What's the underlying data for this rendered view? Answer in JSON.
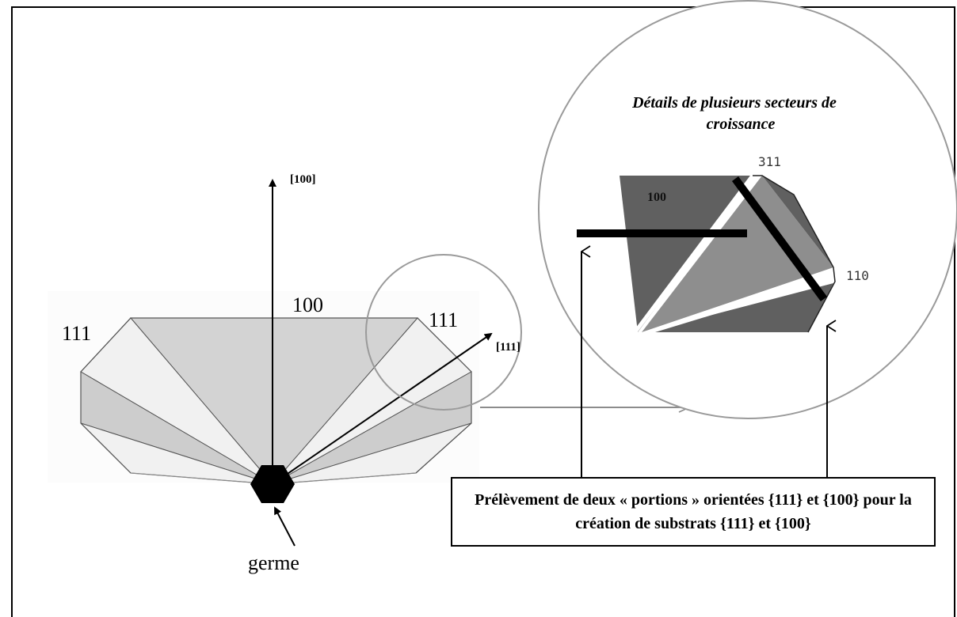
{
  "labels": {
    "dir_100": "[100]",
    "dir_111": "[111]",
    "face_100": "100",
    "face_111_left": "111",
    "face_111_right": "111",
    "seed": "germe"
  },
  "detail": {
    "title_line1": "Détails de plusieurs secteurs de",
    "title_line2": "croissance",
    "face_311": "311",
    "face_100": "100",
    "face_110": "110"
  },
  "caption": "Prélèvement de deux « portions » orientées {111} et {100} pour la création de substrats {111} et {100}",
  "colors": {
    "sector_100": "#d3d3d3",
    "sector_light": "#f1f1f1",
    "sector_mid": "#cdcdcd",
    "detail_dark": "#606060",
    "detail_mid": "#8e8e8e",
    "circle": "#9a9a9a"
  }
}
